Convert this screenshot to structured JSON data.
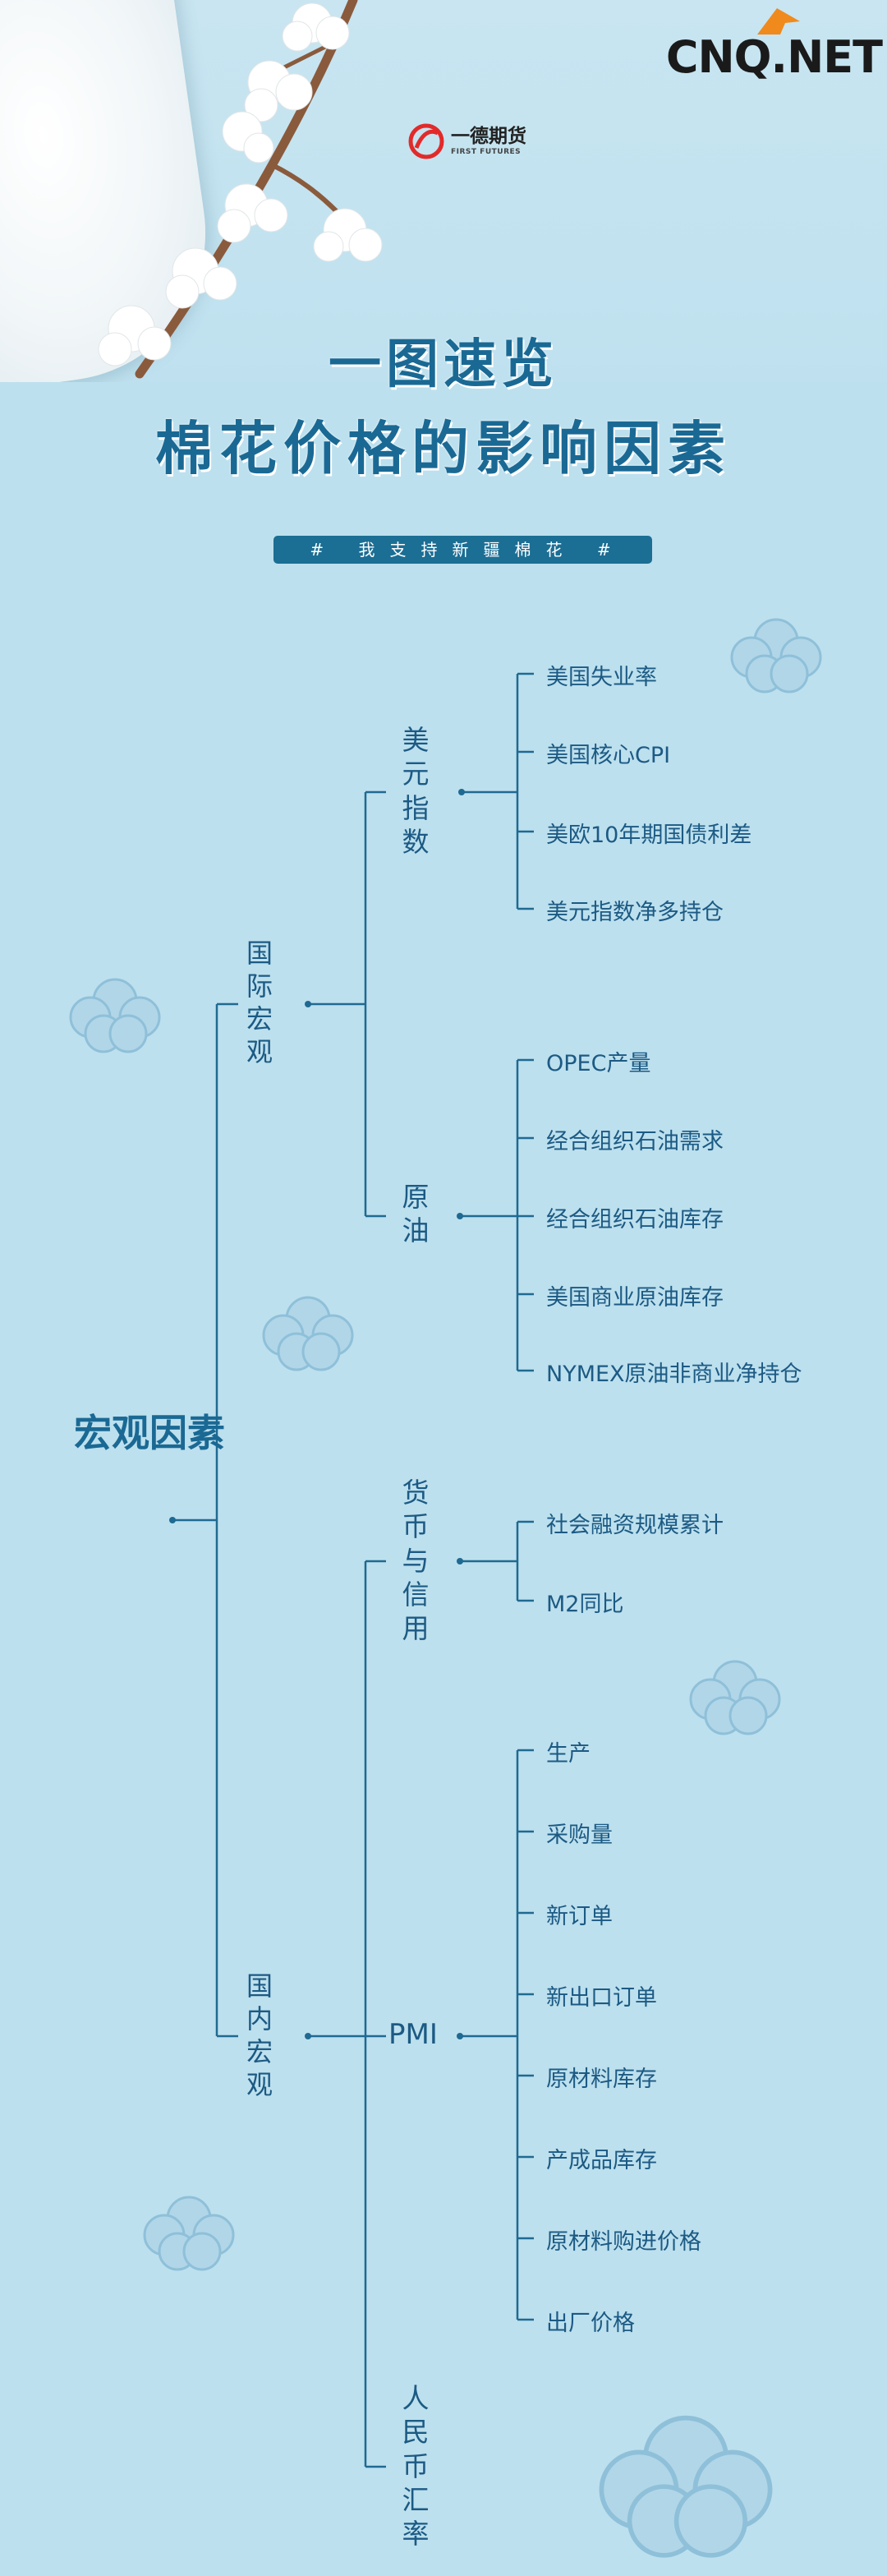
{
  "brand": {
    "site_logo": "CNQ.NET",
    "firm_name_cn": "一德期货",
    "firm_name_en": "FIRST FUTURES"
  },
  "title": {
    "line1": "一图速览",
    "line2": "棉花价格的影响因素"
  },
  "hashtag": "# 我支持新疆棉花 #",
  "tree": {
    "root": "宏观因素",
    "international": {
      "label": "国际宏观",
      "usd_index": {
        "label": "美元指数",
        "leaves": [
          "美国失业率",
          "美国核心CPI",
          "美欧10年期国债利差",
          "美元指数净多持仓"
        ]
      },
      "crude_oil": {
        "label": "原油",
        "leaves": [
          "OPEC产量",
          "经合组织石油需求",
          "经合组织石油库存",
          "美国商业原油库存",
          "NYMEX原油非商业净持仓"
        ]
      }
    },
    "domestic": {
      "label": "国内宏观",
      "money_credit": {
        "label": "货币与信用",
        "leaves": [
          "社会融资规模累计",
          "M2同比"
        ]
      },
      "pmi": {
        "label": "PMI",
        "leaves": [
          "生产",
          "采购量",
          "新订单",
          "新出口订单",
          "原材料库存",
          "产成品库存",
          "原材料购进价格",
          "出厂价格"
        ]
      },
      "rmb_rate": {
        "label": "人民币汇率"
      }
    }
  },
  "colors": {
    "background": "#bde0ee",
    "line": "#1f6a92",
    "text": "#1c5a84",
    "title": "#1a6994",
    "tag_bg": "#1b6e94"
  }
}
